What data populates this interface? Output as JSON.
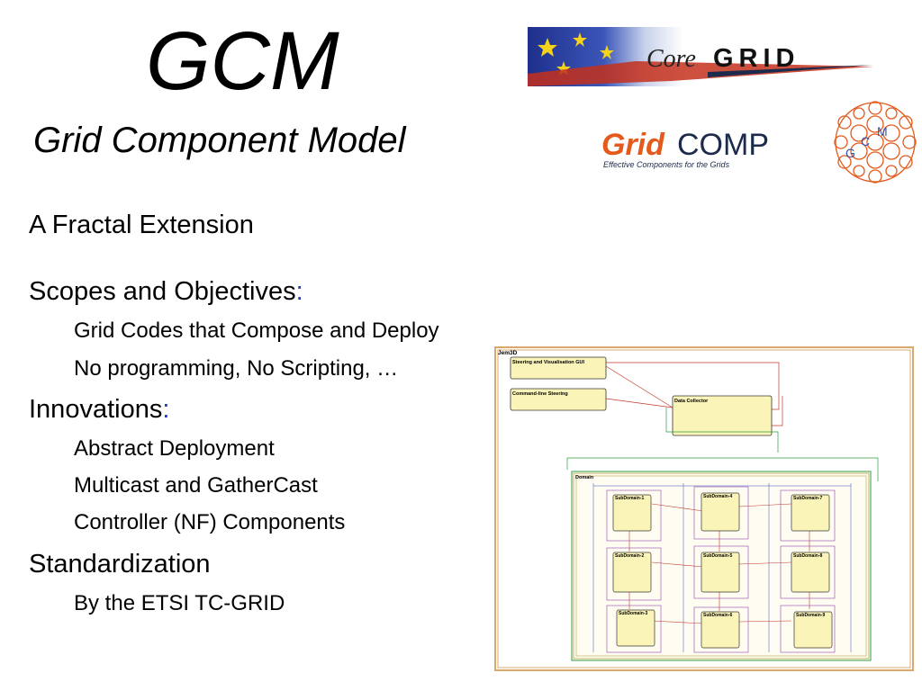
{
  "slide": {
    "title": "GCM",
    "subtitle": "Grid Component Model",
    "bullets": [
      {
        "text": "A Fractal Extension",
        "colon": ""
      },
      {
        "text": "Scopes and Objectives",
        "colon": ":"
      },
      {
        "text": "Grid Codes that Compose and Deploy"
      },
      {
        "text": "No programming, No Scripting, …"
      },
      {
        "text": "Innovations",
        "colon": ":"
      },
      {
        "text": "Abstract Deployment"
      },
      {
        "text": "Multicast and GatherCast"
      },
      {
        "text": "Controller (NF) Components"
      },
      {
        "text": "Standardization",
        "colon": ""
      },
      {
        "text": "By the ETSI  TC-GRID"
      }
    ]
  },
  "logos": {
    "coregrid": {
      "core": "Core",
      "grid": "GRID"
    },
    "gridcomp": {
      "grid": "Grid",
      "comp": "COMP",
      "tagline": "Effective Components for the Grids",
      "g": "G",
      "c": "C",
      "m": "M"
    }
  },
  "diagram": {
    "outer": "Jem3D",
    "steering_gui": "Steering and Visualisation GUI",
    "cmdline": "Command-line Steering",
    "collector": "Data Collector",
    "domain": "Domain",
    "subdomains": [
      "SubDomain-1",
      "SubDomain-4",
      "SubDomain-7",
      "SubDomain-2",
      "SubDomain-5",
      "SubDomain-8",
      "SubDomain-3",
      "SubDomain-6",
      "SubDomain-9"
    ]
  },
  "colors": {
    "accent": "#1a37c8",
    "component_fill": "#fbf4b8",
    "orange": "#e35a1c",
    "navy": "#1c2b4b"
  }
}
